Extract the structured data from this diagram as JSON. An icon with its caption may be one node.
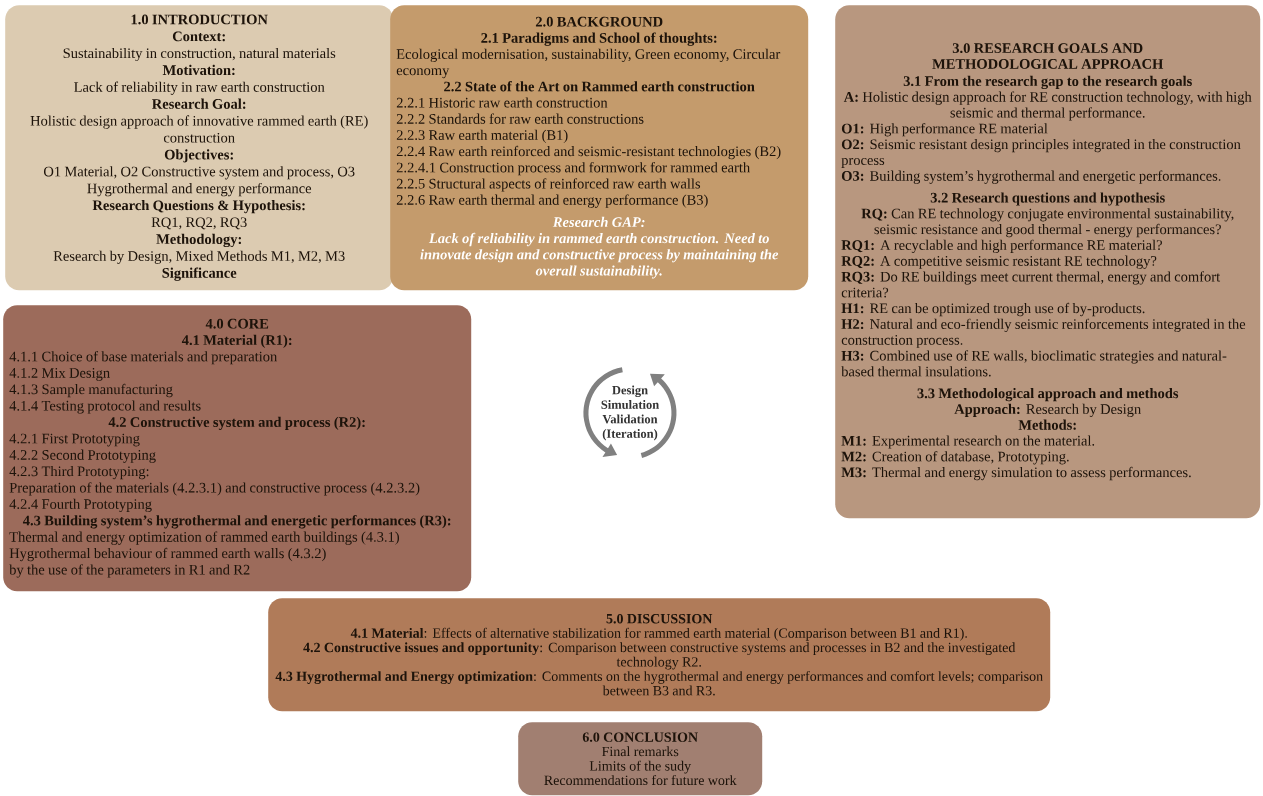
{
  "diagram": {
    "nodes": [
      {
        "text": [
          "1.0 INTRODUCTION",
          "Context:",
          "Sustainability in construction, natural materials",
          "Motivation:",
          "Lack of reliability in raw earth construction",
          "Research Goal:",
          "Holistic design approach of innovative rammed earth (RE) construction",
          "Objectives:",
          "O1 Material, O2 Constructive system and process, O3 Hygrothermal and energy performance",
          "Research Questions & Hypothesis:",
          "RQ1, RQ2, RQ3",
          "Methodology:",
          "Research by Design, Mixed Methods M1, M2, M3",
          "Significance"
        ]
      },
      {
        "text": [
          "2.0 BACKGROUND",
          "2.1 Paradigms and School of thoughts:",
          "Ecological modernisation, sustainability, Green economy, Circular economy",
          "2.2 State of the Art on Rammed earth construction",
          "2.2.1 Historic raw earth construction",
          "2.2.2 Standards for raw earth constructions",
          "2.2.3 Raw earth material (B1)",
          "2.2.4 Raw earth reinforced and seismic-resistant technologies (B2)",
          "2.2.4.1 Construction process and formwork for rammed earth",
          "2.2.5 Structural aspects of reinforced raw earth walls",
          "2.2.6 Raw earth thermal and energy performance (B3)",
          "Research GAP:",
          "Lack of reliability in rammed earth construction. Need to innovate design and constructive process by maintaining the overall sustainability."
        ]
      },
      {
        "text": [
          "3.0 RESEARCH GOALS AND METHODOLOGICAL APPROACH",
          "3.1 From the research gap to the research goals",
          "**A:** Holistic design approach for RE construction technology, with high seismic and thermal performance.",
          "**O1:** High performance RE material",
          "**O2:** Seismic resistant design principles integrated in the construction process",
          "**O3:** Building system’s hygrothermal and energetic performances.",
          "3.2 Research questions and hypothesis",
          "**RQ:** Can RE technology conjugate environmental sustainability, seismic resistance and good thermal - energy performances?",
          "**RQ1:** A recyclable and high performance RE material?",
          "**RQ2:** A competitive seismic resistant RE technology?",
          "**RQ3:** Do RE buildings meet current thermal, energy and comfort criteria?",
          "**H1:** RE can be optimized trough use of by-products.",
          "**H2:** Natural and eco-friendly seismic reinforcements integrated in the construction process.",
          "**H3:** Combined use of RE walls, bioclimatic strategies and natural-based thermal insulations.",
          "3.3 Methodological approach and methods",
          "**Approach:** Research by Design",
          "Methods:",
          "**M1:** Experimental research on the material.",
          "**M2:** Creation of database, Prototyping.",
          "**M3:** Thermal and energy simulation to assess performances."
        ]
      },
      {
        "text": [
          "4.0 CORE",
          "4.1 Material (R1):",
          "4.1.1 Choice of base materials and preparation",
          "4.1.2 Mix Design",
          "4.1.3 Sample manufacturing",
          "4.1.4 Testing protocol and results",
          "4.2 Constructive system and process (R2):",
          "4.2.1 First Prototyping",
          "4.2.2 Second Prototyping",
          "4.2.3 Third Prototyping:",
          "Preparation of the materials (4.2.3.1) and constructive process (4.2.3.2)",
          "4.2.4 Fourth Prototyping",
          "4.3 Building system’s hygrothermal and energetic performances (R3):",
          "Thermal and energy optimization of rammed earth buildings (4.3.1)",
          "Hygrothermal behaviour of rammed earth walls (4.3.2)",
          "by the use of the parameters in R1 and R2"
        ]
      },
      {
        "text": [
          "5.0 DISCUSSION",
          "**4.1 Material**: Effects of alternative stabilization for rammed earth material (Comparison between B1 and R1).",
          "**4.2 Constructive issues and opportunity**: Comparison between constructive systems and processes in B2 and the investigated technology R2.",
          "**4.3 Hygrothermal and Energy optimization**: Comments on the hygrothermal and energy performances and comfort levels; comparison between B3 and R3."
        ]
      },
      {
        "text": [
          "6.0 CONCLUSION",
          "Final remarks",
          "Limits of the sudy",
          "Recommendations for future work"
        ]
      },
      {
        "text": [
          "Design Simulation Validation (Iteration)"
        ]
      }
    ]
  }
}
